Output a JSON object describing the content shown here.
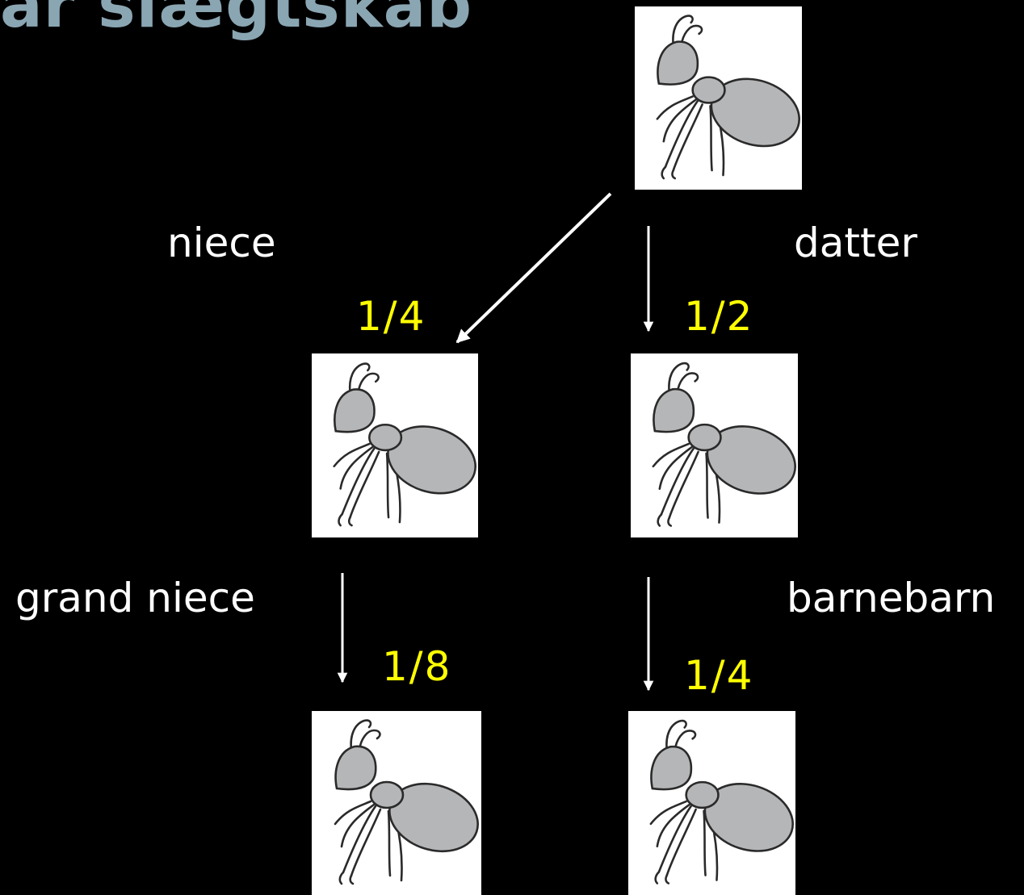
{
  "title": "ar slægtskab",
  "relations": {
    "niece": {
      "label": "niece",
      "ratio": "1/4"
    },
    "daughter": {
      "label": "datter",
      "ratio": "1/2"
    },
    "grand_niece": {
      "label": "grand niece",
      "ratio": "1/8"
    },
    "grandchild": {
      "label": "barnebarn",
      "ratio": "1/4"
    }
  },
  "nodes": [
    {
      "icon": "ant-icon"
    },
    {
      "icon": "ant-icon"
    },
    {
      "icon": "ant-icon"
    },
    {
      "icon": "ant-icon"
    },
    {
      "icon": "ant-icon"
    }
  ],
  "colors": {
    "background": "#000000",
    "title": "#8aa6b3",
    "label": "#ffffff",
    "ratio": "#ffff00",
    "ant_fill": "#b5b6b8",
    "ant_stroke": "#2a2a2a"
  }
}
